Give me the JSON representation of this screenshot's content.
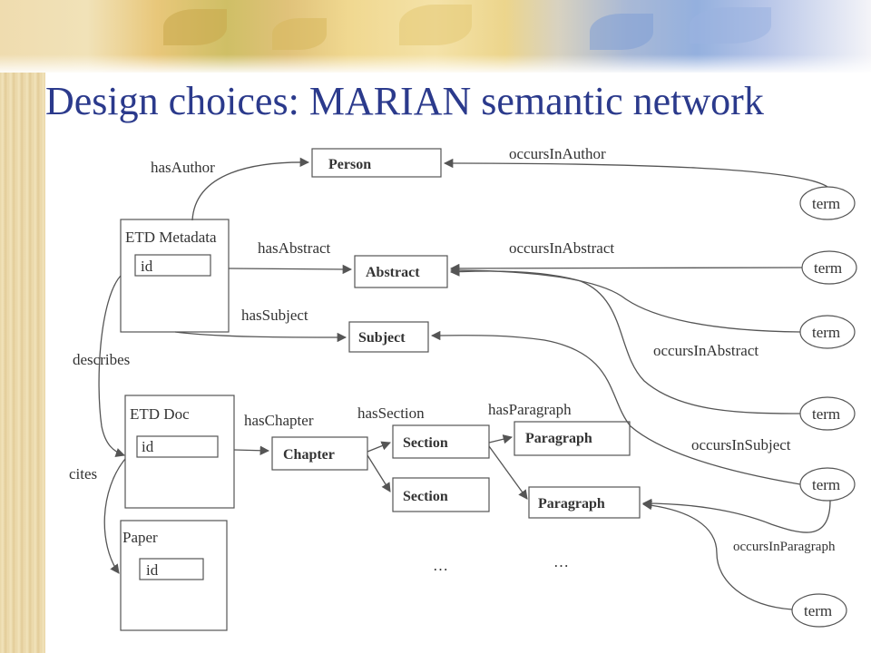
{
  "slide": {
    "title": "Design choices: MARIAN semantic network"
  },
  "nodes": {
    "etd_metadata": "ETD Metadata",
    "etd_metadata_id": "id",
    "etd_doc": "ETD Doc",
    "etd_doc_id": "id",
    "paper": "Paper",
    "paper_id": "id",
    "person": "Person",
    "abstract": "Abstract",
    "subject": "Subject",
    "chapter": "Chapter",
    "section_1": "Section",
    "section_2": "Section",
    "paragraph_1": "Paragraph",
    "paragraph_2": "Paragraph",
    "term_1": "term",
    "term_2": "term",
    "term_3": "term",
    "term_4": "term",
    "term_5": "term",
    "term_6": "term",
    "ellipsis_1": "…",
    "ellipsis_2": "…"
  },
  "edges": {
    "has_author": "hasAuthor",
    "has_abstract": "hasAbstract",
    "has_subject": "hasSubject",
    "describes": "describes",
    "cites": "cites",
    "has_chapter": "hasChapter",
    "has_section": "hasSection",
    "has_paragraph": "hasParagraph",
    "occurs_in_author": "occursInAuthor",
    "occurs_in_abstract_1": "occursInAbstract",
    "occurs_in_abstract_2": "occursInAbstract",
    "occurs_in_subject": "occursInSubject",
    "occurs_in_paragraph": "occursInParagraph"
  },
  "colors": {
    "title": "#2b3a8c",
    "lines": "#555555",
    "text": "#333333"
  }
}
